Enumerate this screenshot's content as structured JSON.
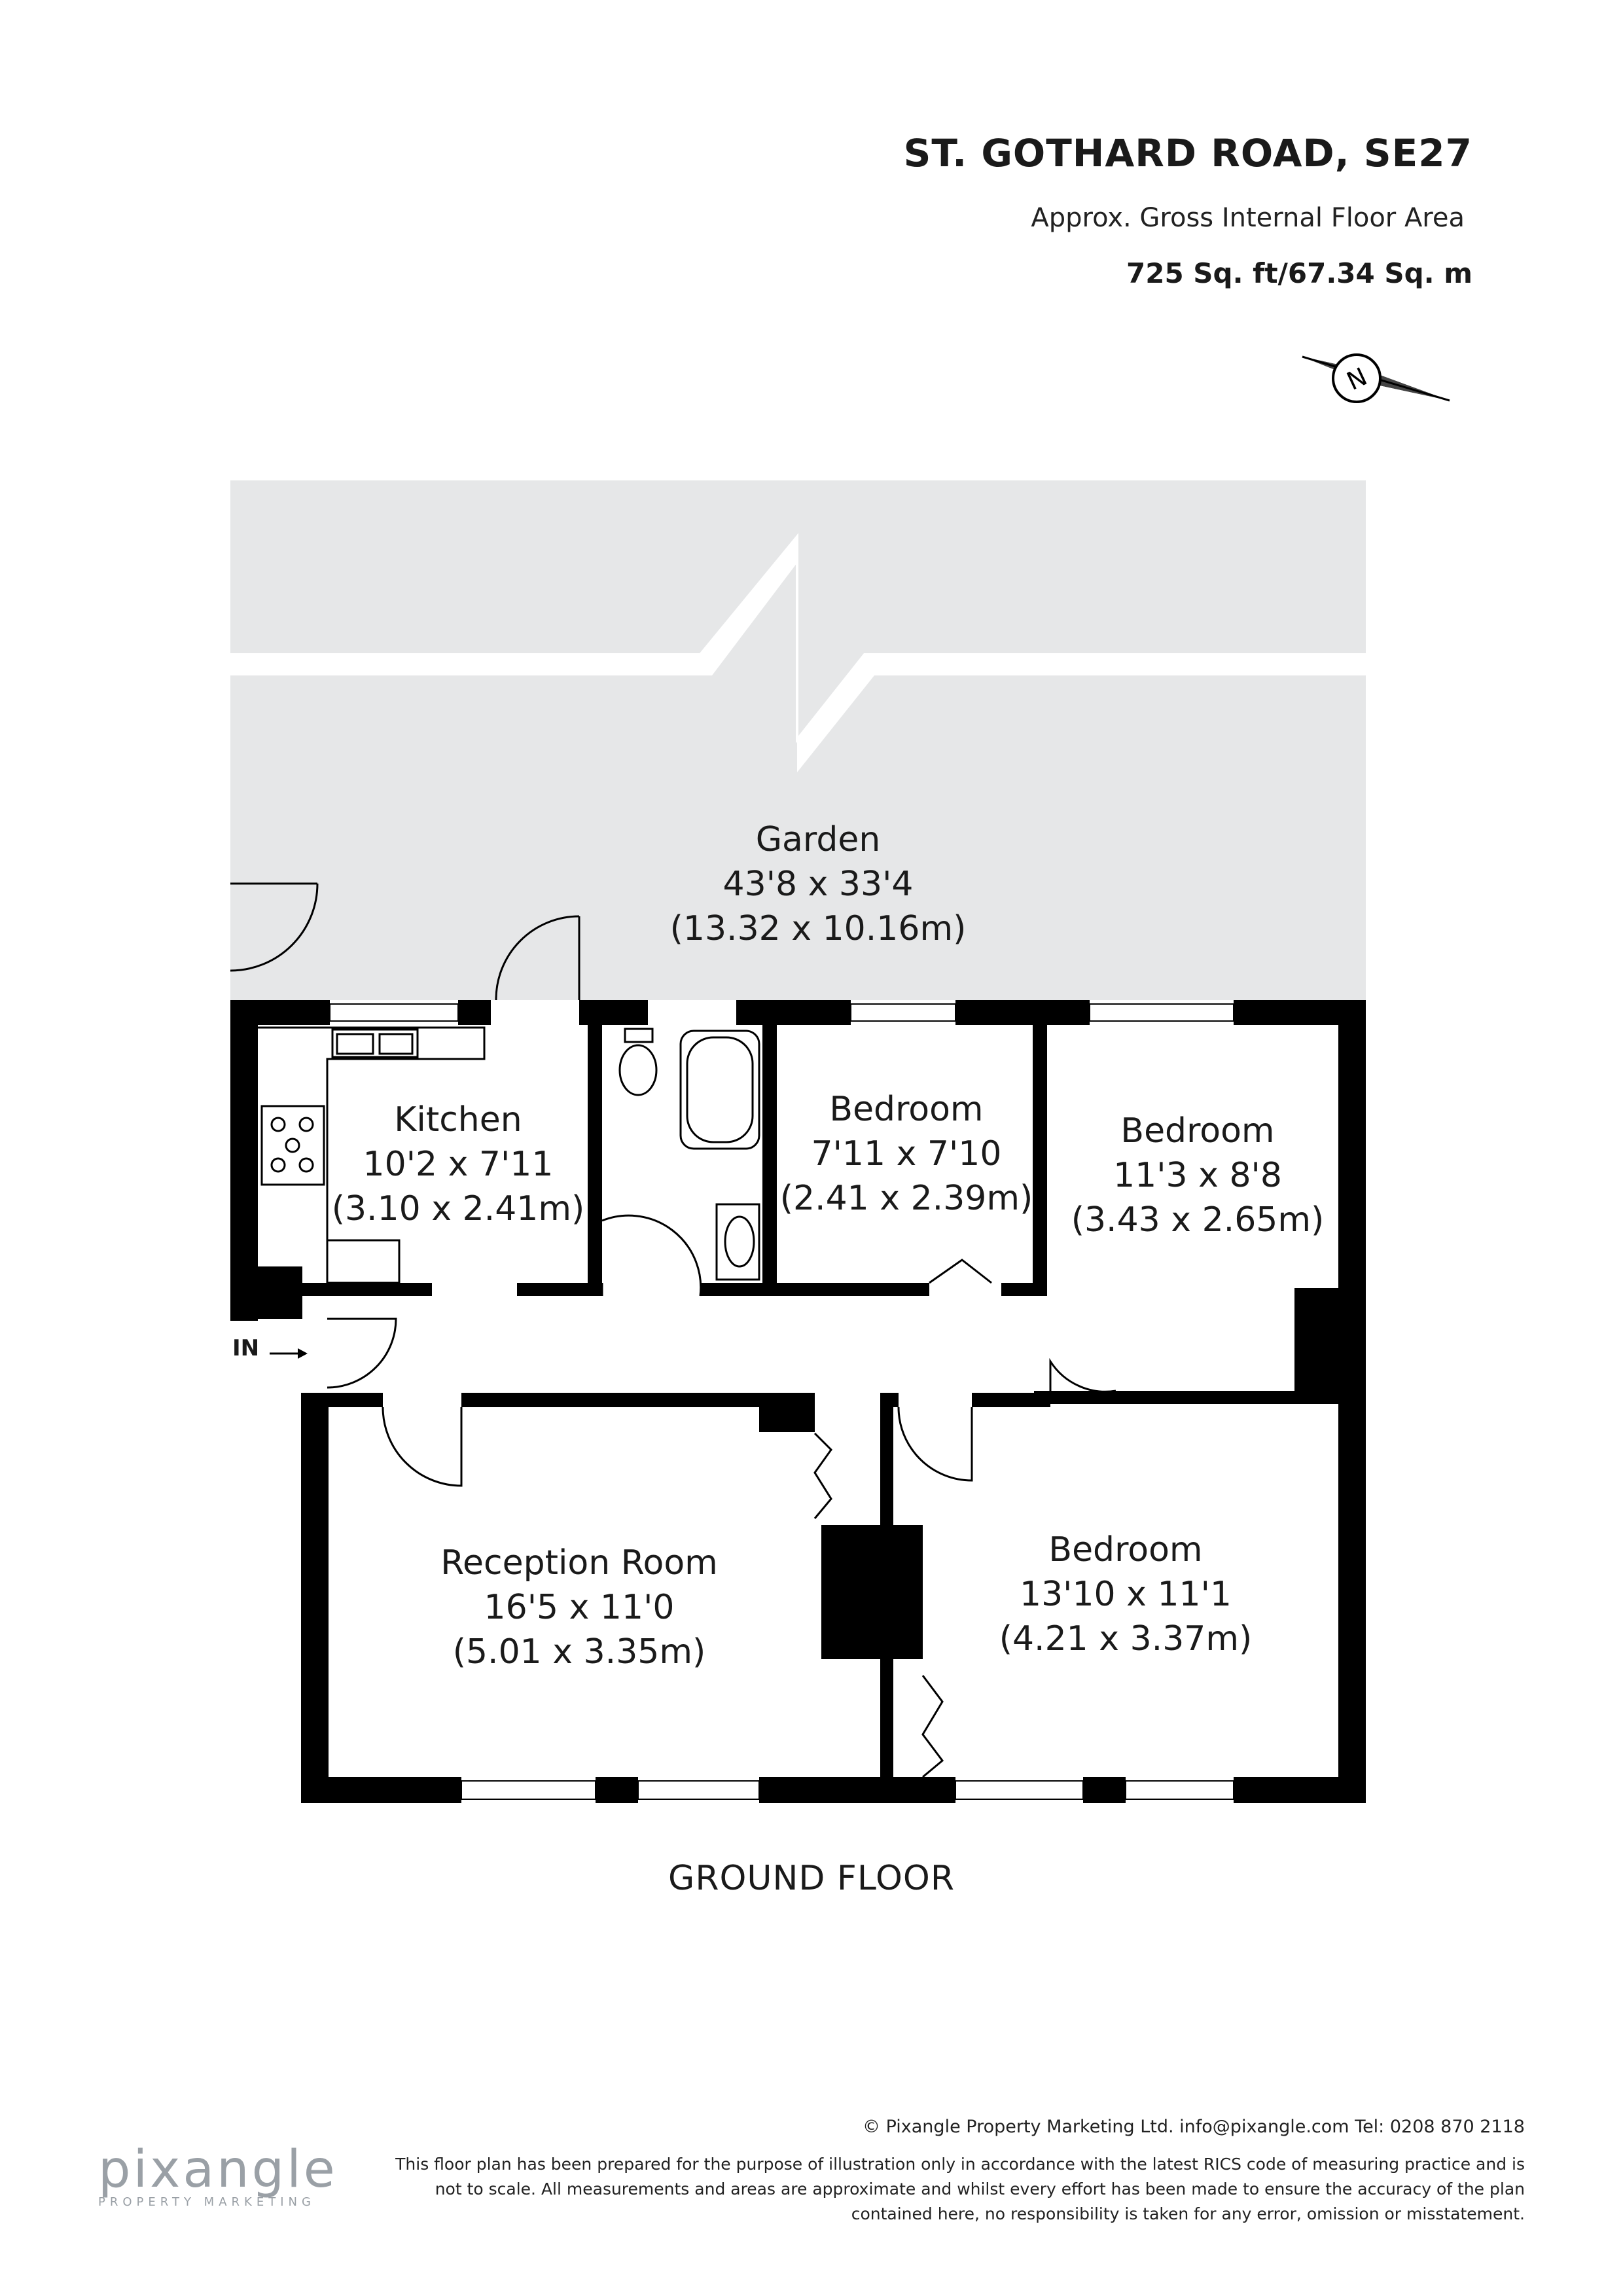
{
  "header": {
    "title": "ST. GOTHARD ROAD, SE27",
    "subtitle": "Approx. Gross Internal Floor Area",
    "area": "725 Sq. ft/67.34 Sq. m"
  },
  "compass": {
    "label": "N",
    "icon": "north-compass-icon"
  },
  "rooms": {
    "garden": {
      "name": "Garden",
      "imperial": "43'8 x 33'4",
      "metric": "(13.32 x 10.16m)"
    },
    "kitchen": {
      "name": "Kitchen",
      "imperial": "10'2 x 7'11",
      "metric": "(3.10 x 2.41m)"
    },
    "bedroom1": {
      "name": "Bedroom",
      "imperial": "7'11 x 7'10",
      "metric": "(2.41 x 2.39m)"
    },
    "bedroom2": {
      "name": "Bedroom",
      "imperial": "11'3 x 8'8",
      "metric": "(3.43 x 2.65m)"
    },
    "reception": {
      "name": "Reception Room",
      "imperial": "16'5 x 11'0",
      "metric": "(5.01 x 3.35m)"
    },
    "bedroom3": {
      "name": "Bedroom",
      "imperial": "13'10 x 11'1",
      "metric": "(4.21 x 3.37m)"
    }
  },
  "entrance": {
    "label": "IN"
  },
  "floor_label": "GROUND FLOOR",
  "footer": {
    "copyright": "© Pixangle Property Marketing Ltd. info@pixangle.com Tel: 0208 870 2118",
    "disclaimer_1": "This floor plan has been prepared for the purpose of illustration only in accordance with the latest RICS code of measuring practice and is",
    "disclaimer_2": "not to scale. All measurements and areas are approximate and whilst every effort has been made to ensure the accuracy of the plan",
    "disclaimer_3": "contained here, no responsibility is taken for any error, omission or misstatement."
  },
  "logo": {
    "word": "pixangle",
    "tagline": "PROPERTY MARKETING"
  },
  "colors": {
    "wall": "#000000",
    "garden": "#e6e7e8",
    "window": "#ffffff",
    "text": "#1a1a1a"
  }
}
